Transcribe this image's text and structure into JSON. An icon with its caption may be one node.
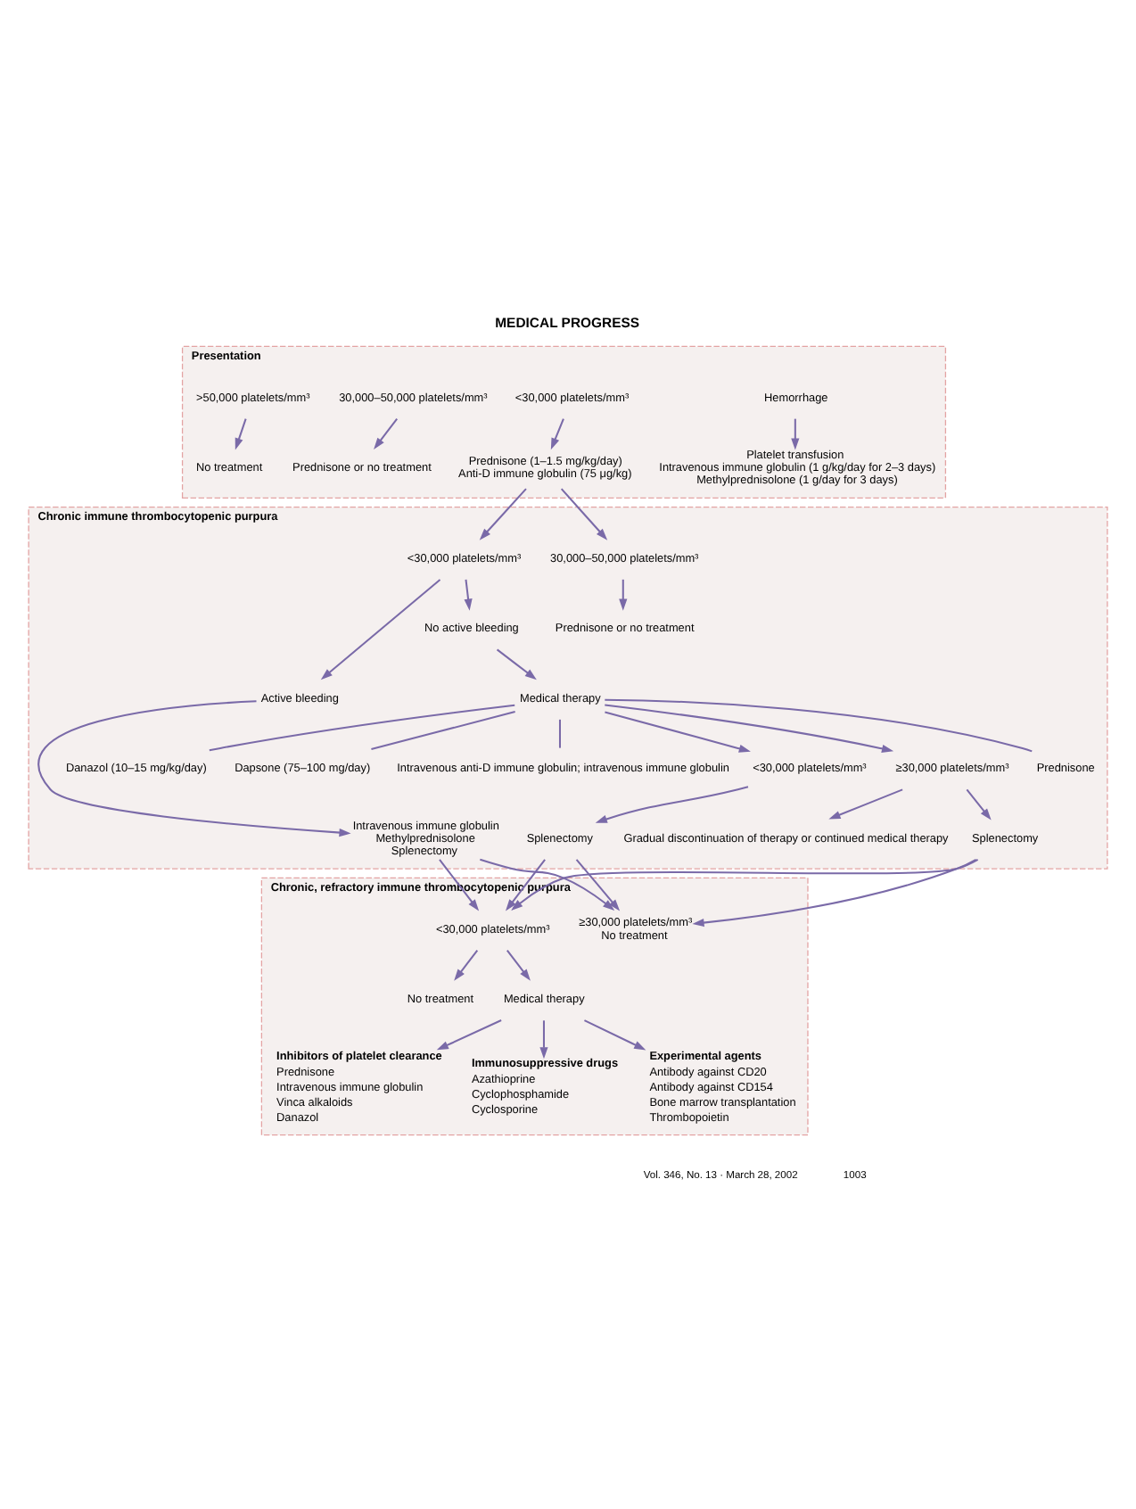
{
  "diagram": {
    "title": "MEDICAL PROGRESS",
    "nodes": [
      {
        "text": [
          "Presentation"
        ]
      },
      {
        "text": [
          "Hemorrhage"
        ],
        "in": 0
      },
      {
        "text": [
          "<30,000 platelets/mm³"
        ],
        "in": 0
      },
      {
        "text": [
          "30,000–50,000 platelets/mm³"
        ],
        "in": 0
      },
      {
        "text": [
          ">50,000 platelets/mm³"
        ],
        "in": 0
      },
      {
        "text": [
          "Platelet transfusion",
          "Intravenous immune globulin (1 g/kg/day for 2–3 days)",
          "Methylprednisolone (1 g/day for 3 days)"
        ],
        "in": 0
      },
      {
        "text": [
          "Prednisone (1–1.5 mg/kg/day)",
          "Anti-D immune globulin (75 μg/kg)"
        ],
        "in": 0
      },
      {
        "text": [
          "Prednisone or no treatment"
        ],
        "in": 0
      },
      {
        "text": [
          "No treatment"
        ],
        "in": 0
      },
      {
        "text": [
          "Chronic immune thrombocytopenic purpura"
        ]
      },
      {
        "text": [
          "30,000–50,000 platelets/mm³"
        ],
        "in": 9
      },
      {
        "text": [
          "<30,000 platelets/mm³"
        ],
        "in": 9
      },
      {
        "text": [
          "Prednisone or no treatment"
        ],
        "in": 9
      },
      {
        "text": [
          "Active bleeding"
        ],
        "in": 9
      },
      {
        "text": [
          "No active bleeding"
        ],
        "in": 9
      },
      {
        "text": [
          "Intravenous immune globulin",
          "Methylprednisolone",
          "Splenectomy"
        ],
        "in": 9
      },
      {
        "text": [
          "Medical therapy"
        ],
        "in": 9
      },
      {
        "text": [
          "Prednisone"
        ],
        "in": 9
      },
      {
        "text": [
          "Danazol (10–15 mg/kg/day)"
        ],
        "in": 9
      },
      {
        "text": [
          "Dapsone (75–100 mg/day)"
        ],
        "in": 9
      },
      {
        "text": [
          "Intravenous anti-D immune globulin; intravenous immune globulin"
        ],
        "in": 9
      },
      {
        "text": [
          "<30,000 platelets/mm³"
        ],
        "in": 9
      },
      {
        "text": [
          "≥30,000 platelets/mm³"
        ],
        "in": 9
      },
      {
        "text": [
          "Splenectomy"
        ],
        "in": 9
      },
      {
        "text": [
          "Splenectomy"
        ],
        "in": 9
      },
      {
        "text": [
          "Gradual discontinuation of therapy or continued medical therapy"
        ],
        "in": 9
      },
      {
        "text": [
          "Chronic, refractory immune thrombocytopenic purpura"
        ]
      },
      {
        "text": [
          "≥30,000 platelets/mm³",
          "No treatment"
        ],
        "in": 26
      },
      {
        "text": [
          "<30,000 platelets/mm³"
        ],
        "in": 26
      },
      {
        "text": [
          "No treatment"
        ],
        "in": 26
      },
      {
        "text": [
          "Medical therapy"
        ],
        "in": 26
      },
      {
        "text": [
          "Inhibitors of platelet clearance",
          "Prednisone",
          "Intravenous immune globulin",
          "Vinca alkaloids",
          "Danazol"
        ],
        "in": 26
      },
      {
        "text": [
          "Immunosuppressive drugs",
          "Azathioprine",
          "Cyclophosphamide",
          "Cyclosporine"
        ],
        "in": 26
      },
      {
        "text": [
          "Experimental agents",
          "Antibody against CD20",
          "Antibody against CD154",
          "Bone marrow transplantation",
          "Thrombopoietin"
        ],
        "in": 26
      }
    ],
    "edges": [
      {
        "from": 1,
        "to": 5,
        "arrow": "to"
      },
      {
        "from": 2,
        "to": 6,
        "arrow": "to"
      },
      {
        "from": 3,
        "to": 7,
        "arrow": "to"
      },
      {
        "from": 4,
        "to": 8,
        "arrow": "to"
      },
      {
        "from": 6,
        "to": 10,
        "arrow": "to"
      },
      {
        "from": 6,
        "to": 11,
        "arrow": "to"
      },
      {
        "from": 10,
        "to": 12,
        "arrow": "to"
      },
      {
        "from": 11,
        "to": 13,
        "arrow": "to"
      },
      {
        "from": 11,
        "to": 14,
        "arrow": "to"
      },
      {
        "from": 13,
        "to": 15,
        "arrow": "to"
      },
      {
        "from": 14,
        "to": 16,
        "arrow": "to"
      },
      {
        "from": 16,
        "to": 17,
        "arrow": "none"
      },
      {
        "from": 16,
        "to": 18,
        "arrow": "none"
      },
      {
        "from": 16,
        "to": 19,
        "arrow": "none"
      },
      {
        "from": 16,
        "to": 20,
        "arrow": "none"
      },
      {
        "from": 16,
        "to": 21,
        "arrow": "to"
      },
      {
        "from": 16,
        "to": 22,
        "arrow": "to"
      },
      {
        "from": 21,
        "to": 23,
        "arrow": "to"
      },
      {
        "from": 22,
        "to": 24,
        "arrow": "to"
      },
      {
        "from": 22,
        "to": 25,
        "arrow": "to"
      },
      {
        "from": 15,
        "to": 27,
        "arrow": "to"
      },
      {
        "from": 15,
        "to": 28,
        "arrow": "to"
      },
      {
        "from": 23,
        "to": 27,
        "arrow": "to"
      },
      {
        "from": 23,
        "to": 28,
        "arrow": "to"
      },
      {
        "from": 24,
        "to": 27,
        "arrow": "to"
      },
      {
        "from": 24,
        "to": 28,
        "arrow": "to"
      },
      {
        "from": 28,
        "to": 29,
        "arrow": "to"
      },
      {
        "from": 28,
        "to": 30,
        "arrow": "to"
      },
      {
        "from": 30,
        "to": 31,
        "arrow": "to"
      },
      {
        "from": 30,
        "to": 32,
        "arrow": "to"
      },
      {
        "from": 30,
        "to": 33,
        "arrow": "to"
      }
    ],
    "labels": [
      "Vol. 346, No. 13 · March 28, 2002",
      "1003"
    ]
  }
}
